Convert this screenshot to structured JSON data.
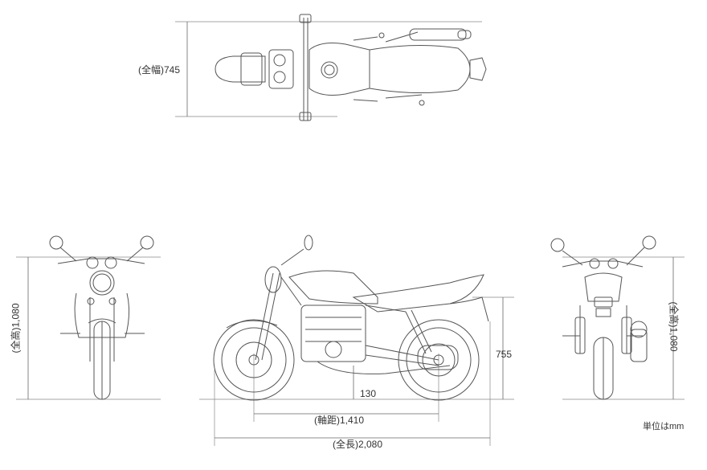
{
  "dimensions": {
    "overall_width": "(全幅)745",
    "overall_height_front": "(全高)1,080",
    "overall_height_rear": "(全高)1,080",
    "seat_height": "755",
    "ground_clearance": "130",
    "wheelbase": "(軸距)1,410",
    "overall_length": "(全長)2,080"
  },
  "unit_note": "単位はmm",
  "colors": {
    "line": "#555555",
    "dim_line": "#666666",
    "text": "#333333"
  }
}
